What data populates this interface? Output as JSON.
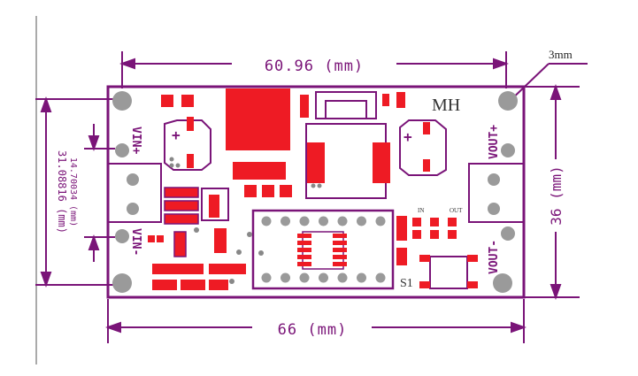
{
  "board": {
    "marker_mh": "MH",
    "switch_label": "S1",
    "small_in": "IN",
    "small_out": "OUT",
    "vin_plus": "VIN+",
    "vin_minus": "VIN-",
    "vout_plus": "VOUT+",
    "vout_minus": "VOUT-"
  },
  "dimensions": {
    "top_width": "60.96 (mm)",
    "bottom_width": "66 (mm)",
    "right_height": "36 (mm)",
    "left_outer": "31.08816 (mm)",
    "left_inner": "14.70034 (mm)",
    "hole_size": "3mm"
  },
  "colors": {
    "outline": "#7a1478",
    "pad": "#ee1b24",
    "hole": "#9a9a9a",
    "dark": "#333333"
  }
}
